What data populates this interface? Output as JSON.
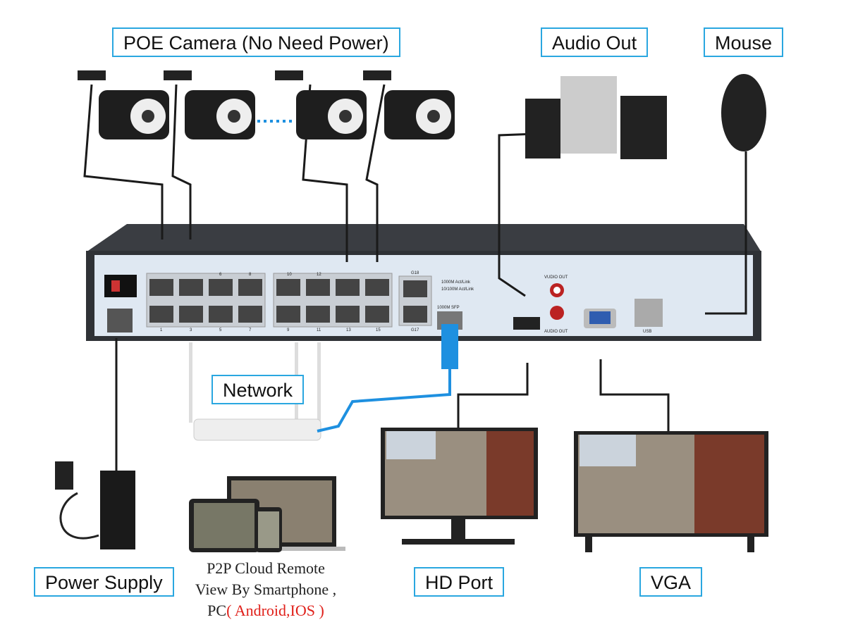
{
  "labels": {
    "poe_camera": "POE Camera (No Need Power)",
    "audio_out": "Audio Out",
    "mouse": "Mouse",
    "network": "Network",
    "power_supply": "Power Supply",
    "hd_port": "HD Port",
    "vga": "VGA"
  },
  "p2p": {
    "line1": "P2P Cloud Remote",
    "line2": "View By Smartphone ,",
    "line3_prefix": "PC",
    "line3_red": "( Android,IOS )"
  },
  "nvr": {
    "top_ports": [
      "6",
      "8",
      "10",
      "12"
    ],
    "bottom_ports": [
      "1",
      "3",
      "5",
      "7",
      "9",
      "11",
      "13",
      "15"
    ],
    "g18": "G18",
    "g17": "G17",
    "led_legend": [
      "1000M Act/Link",
      "10/100M Act/Link"
    ],
    "sfp": "1000M SFP",
    "audio_top": "VUDIO OUT",
    "audio_bottom": "AUDIO OUT",
    "usb": "USB"
  },
  "colors": {
    "label_border": "#2aa7e0",
    "network_cable": "#1e90e0",
    "nvr_face": "#dfe8f2",
    "nvr_body": "#3a3d42",
    "red_text": "#e0201a"
  }
}
